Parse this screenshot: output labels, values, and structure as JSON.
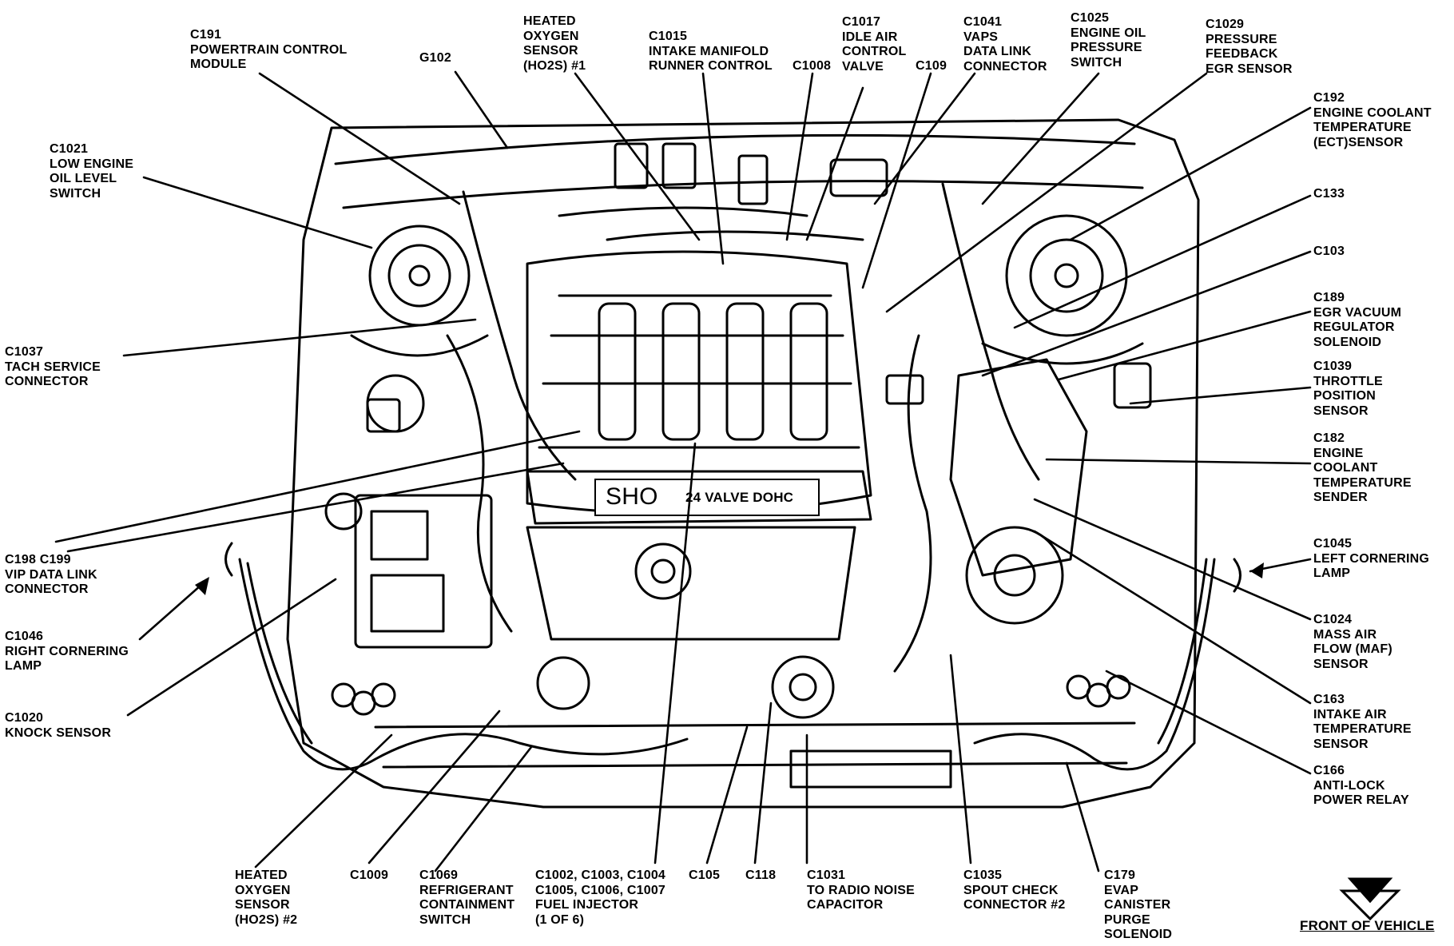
{
  "labels": [
    {
      "key": "c191",
      "lines": [
        "C191",
        "POWERTRAIN CONTROL",
        "MODULE"
      ]
    },
    {
      "key": "g102",
      "lines": [
        "G102"
      ]
    },
    {
      "key": "ho2s1",
      "lines": [
        "HEATED",
        "OXYGEN",
        "SENSOR",
        "(HO2S) #1"
      ]
    },
    {
      "key": "c1015",
      "lines": [
        "C1015",
        "INTAKE MANIFOLD",
        "RUNNER CONTROL"
      ]
    },
    {
      "key": "c1008top",
      "lines": [
        "C1008"
      ]
    },
    {
      "key": "c1017",
      "lines": [
        "C1017",
        "IDLE AIR",
        "CONTROL",
        "VALVE"
      ]
    },
    {
      "key": "c109",
      "lines": [
        "C109"
      ]
    },
    {
      "key": "c1041",
      "lines": [
        "C1041",
        "VAPS",
        "DATA LINK",
        "CONNECTOR"
      ]
    },
    {
      "key": "c1025",
      "lines": [
        "C1025",
        "ENGINE OIL",
        "PRESSURE",
        "SWITCH"
      ]
    },
    {
      "key": "c1029",
      "lines": [
        "C1029",
        "PRESSURE",
        "FEEDBACK",
        "EGR SENSOR"
      ]
    },
    {
      "key": "c192",
      "lines": [
        "C192",
        "ENGINE COOLANT",
        "TEMPERATURE",
        "(ECT)SENSOR"
      ]
    },
    {
      "key": "c133",
      "lines": [
        "C133"
      ]
    },
    {
      "key": "c103",
      "lines": [
        "C103"
      ]
    },
    {
      "key": "c189",
      "lines": [
        "C189",
        "EGR VACUUM",
        "REGULATOR",
        "SOLENOID"
      ]
    },
    {
      "key": "c1039",
      "lines": [
        "C1039",
        "THROTTLE",
        "POSITION",
        "SENSOR"
      ]
    },
    {
      "key": "c182",
      "lines": [
        "C182",
        "ENGINE",
        "COOLANT",
        "TEMPERATURE",
        "SENDER"
      ]
    },
    {
      "key": "c1045",
      "lines": [
        "C1045",
        "LEFT CORNERING",
        "LAMP"
      ]
    },
    {
      "key": "c1024",
      "lines": [
        "C1024",
        "MASS AIR",
        "FLOW (MAF)",
        "SENSOR"
      ]
    },
    {
      "key": "c163",
      "lines": [
        "C163",
        "INTAKE AIR",
        "TEMPERATURE",
        "SENSOR"
      ]
    },
    {
      "key": "c166",
      "lines": [
        "C166",
        "ANTI-LOCK",
        "POWER RELAY"
      ]
    },
    {
      "key": "c179",
      "lines": [
        "C179",
        "EVAP",
        "CANISTER",
        "PURGE",
        "SOLENOID"
      ]
    },
    {
      "key": "c1035",
      "lines": [
        "C1035",
        "SPOUT CHECK",
        "CONNECTOR #2"
      ]
    },
    {
      "key": "c1031",
      "lines": [
        "C1031",
        "TO RADIO NOISE",
        "CAPACITOR"
      ]
    },
    {
      "key": "c118",
      "lines": [
        "C118"
      ]
    },
    {
      "key": "c105",
      "lines": [
        "C105"
      ]
    },
    {
      "key": "c1002",
      "lines": [
        "C1002, C1003, C1004",
        "C1005, C1006, C1007",
        "FUEL INJECTOR",
        "(1 OF 6)"
      ]
    },
    {
      "key": "c1069",
      "lines": [
        "C1069",
        "REFRIGERANT",
        "CONTAINMENT",
        "SWITCH"
      ]
    },
    {
      "key": "c1009",
      "lines": [
        "C1009"
      ]
    },
    {
      "key": "ho2s2",
      "lines": [
        "HEATED",
        "OXYGEN",
        "SENSOR",
        "(HO2S) #2"
      ]
    },
    {
      "key": "c1020",
      "lines": [
        "C1020",
        "KNOCK SENSOR"
      ]
    },
    {
      "key": "c1046",
      "lines": [
        "C1046",
        "RIGHT CORNERING",
        "LAMP"
      ]
    },
    {
      "key": "c198",
      "lines": [
        "C198 C199",
        "VIP DATA LINK",
        "CONNECTOR"
      ]
    },
    {
      "key": "c1037",
      "lines": [
        "C1037",
        "TACH SERVICE",
        "CONNECTOR"
      ]
    },
    {
      "key": "c1021",
      "lines": [
        "C1021",
        "LOW ENGINE",
        "OIL LEVEL",
        "SWITCH"
      ]
    }
  ],
  "engine_badge": "SHO",
  "engine_text": "24 VALVE DOHC",
  "footer": "FRONT OF VEHICLE"
}
